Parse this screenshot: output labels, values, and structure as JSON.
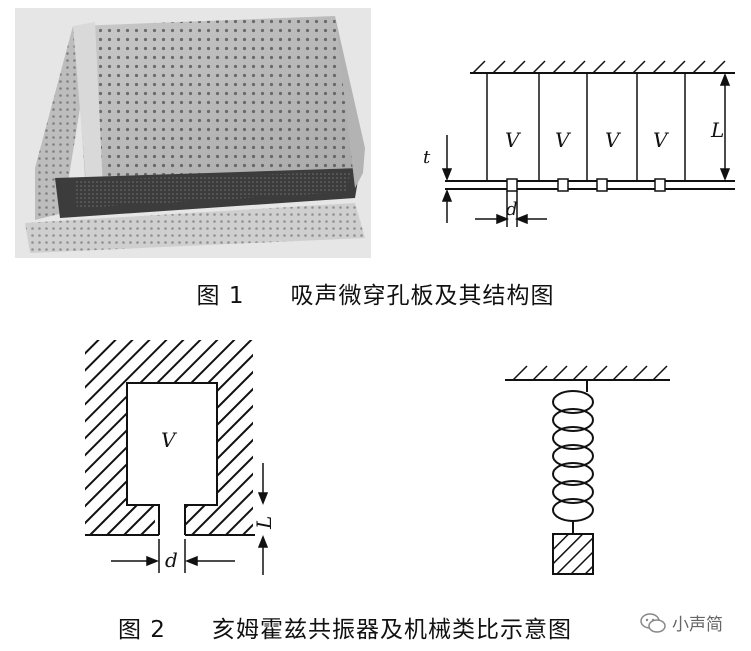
{
  "figure1": {
    "caption_label": "图 1",
    "caption_text": "吸声微穿孔板及其结构图",
    "cavity_labels": [
      "V",
      "V",
      "V",
      "V"
    ],
    "dim_thickness": "t",
    "dim_hole": "d",
    "dim_depth": "L"
  },
  "figure2": {
    "caption_label": "图 2",
    "caption_text": "亥姆霍兹共振器及机械类比示意图",
    "cavity_label": "V",
    "dim_neck_length": "L",
    "dim_neck_width": "d"
  },
  "watermark": {
    "text": "小声简"
  }
}
